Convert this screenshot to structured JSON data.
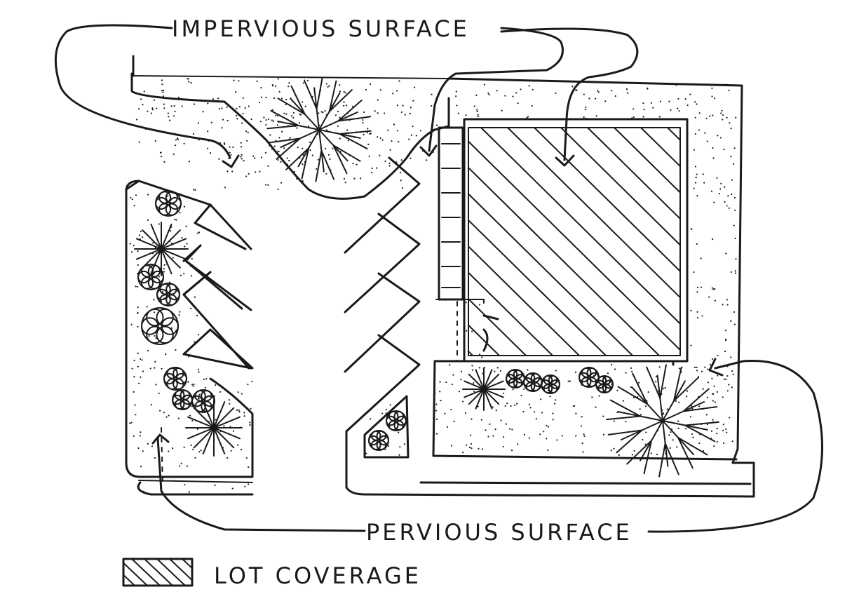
{
  "labels": {
    "impervious": "IMPERVIOUS SURFACE",
    "pervious": "PERVIOUS SURFACE",
    "legend": "LOT COVERAGE"
  },
  "colors": {
    "ink": "#1a1a1a",
    "paper": "#ffffff"
  },
  "legend_symbol": "diagonal-hatch",
  "icons": [
    "tree-icon",
    "shrub-icon",
    "arrow-icon"
  ]
}
